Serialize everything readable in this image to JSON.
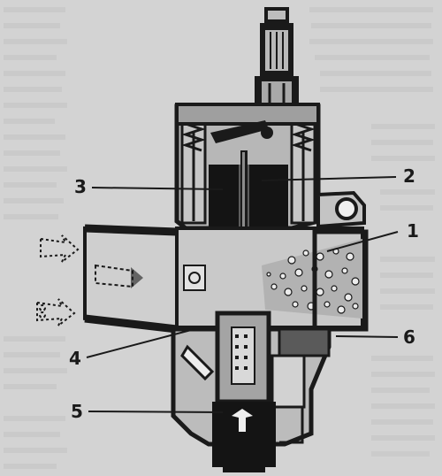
{
  "figure": {
    "colors": {
      "background": "#d3d3d3",
      "ink": "#1a1a1a",
      "mid_gray": "#8c8c8c",
      "body_gray": "#b9b9b9",
      "white": "#efefef"
    },
    "callouts": [
      {
        "id": "callout-1",
        "number": "1"
      },
      {
        "id": "callout-2",
        "number": "2"
      },
      {
        "id": "callout-3",
        "number": "3"
      },
      {
        "id": "callout-4",
        "number": "4"
      },
      {
        "id": "callout-5",
        "number": "5"
      },
      {
        "id": "callout-6",
        "number": "6"
      }
    ]
  }
}
